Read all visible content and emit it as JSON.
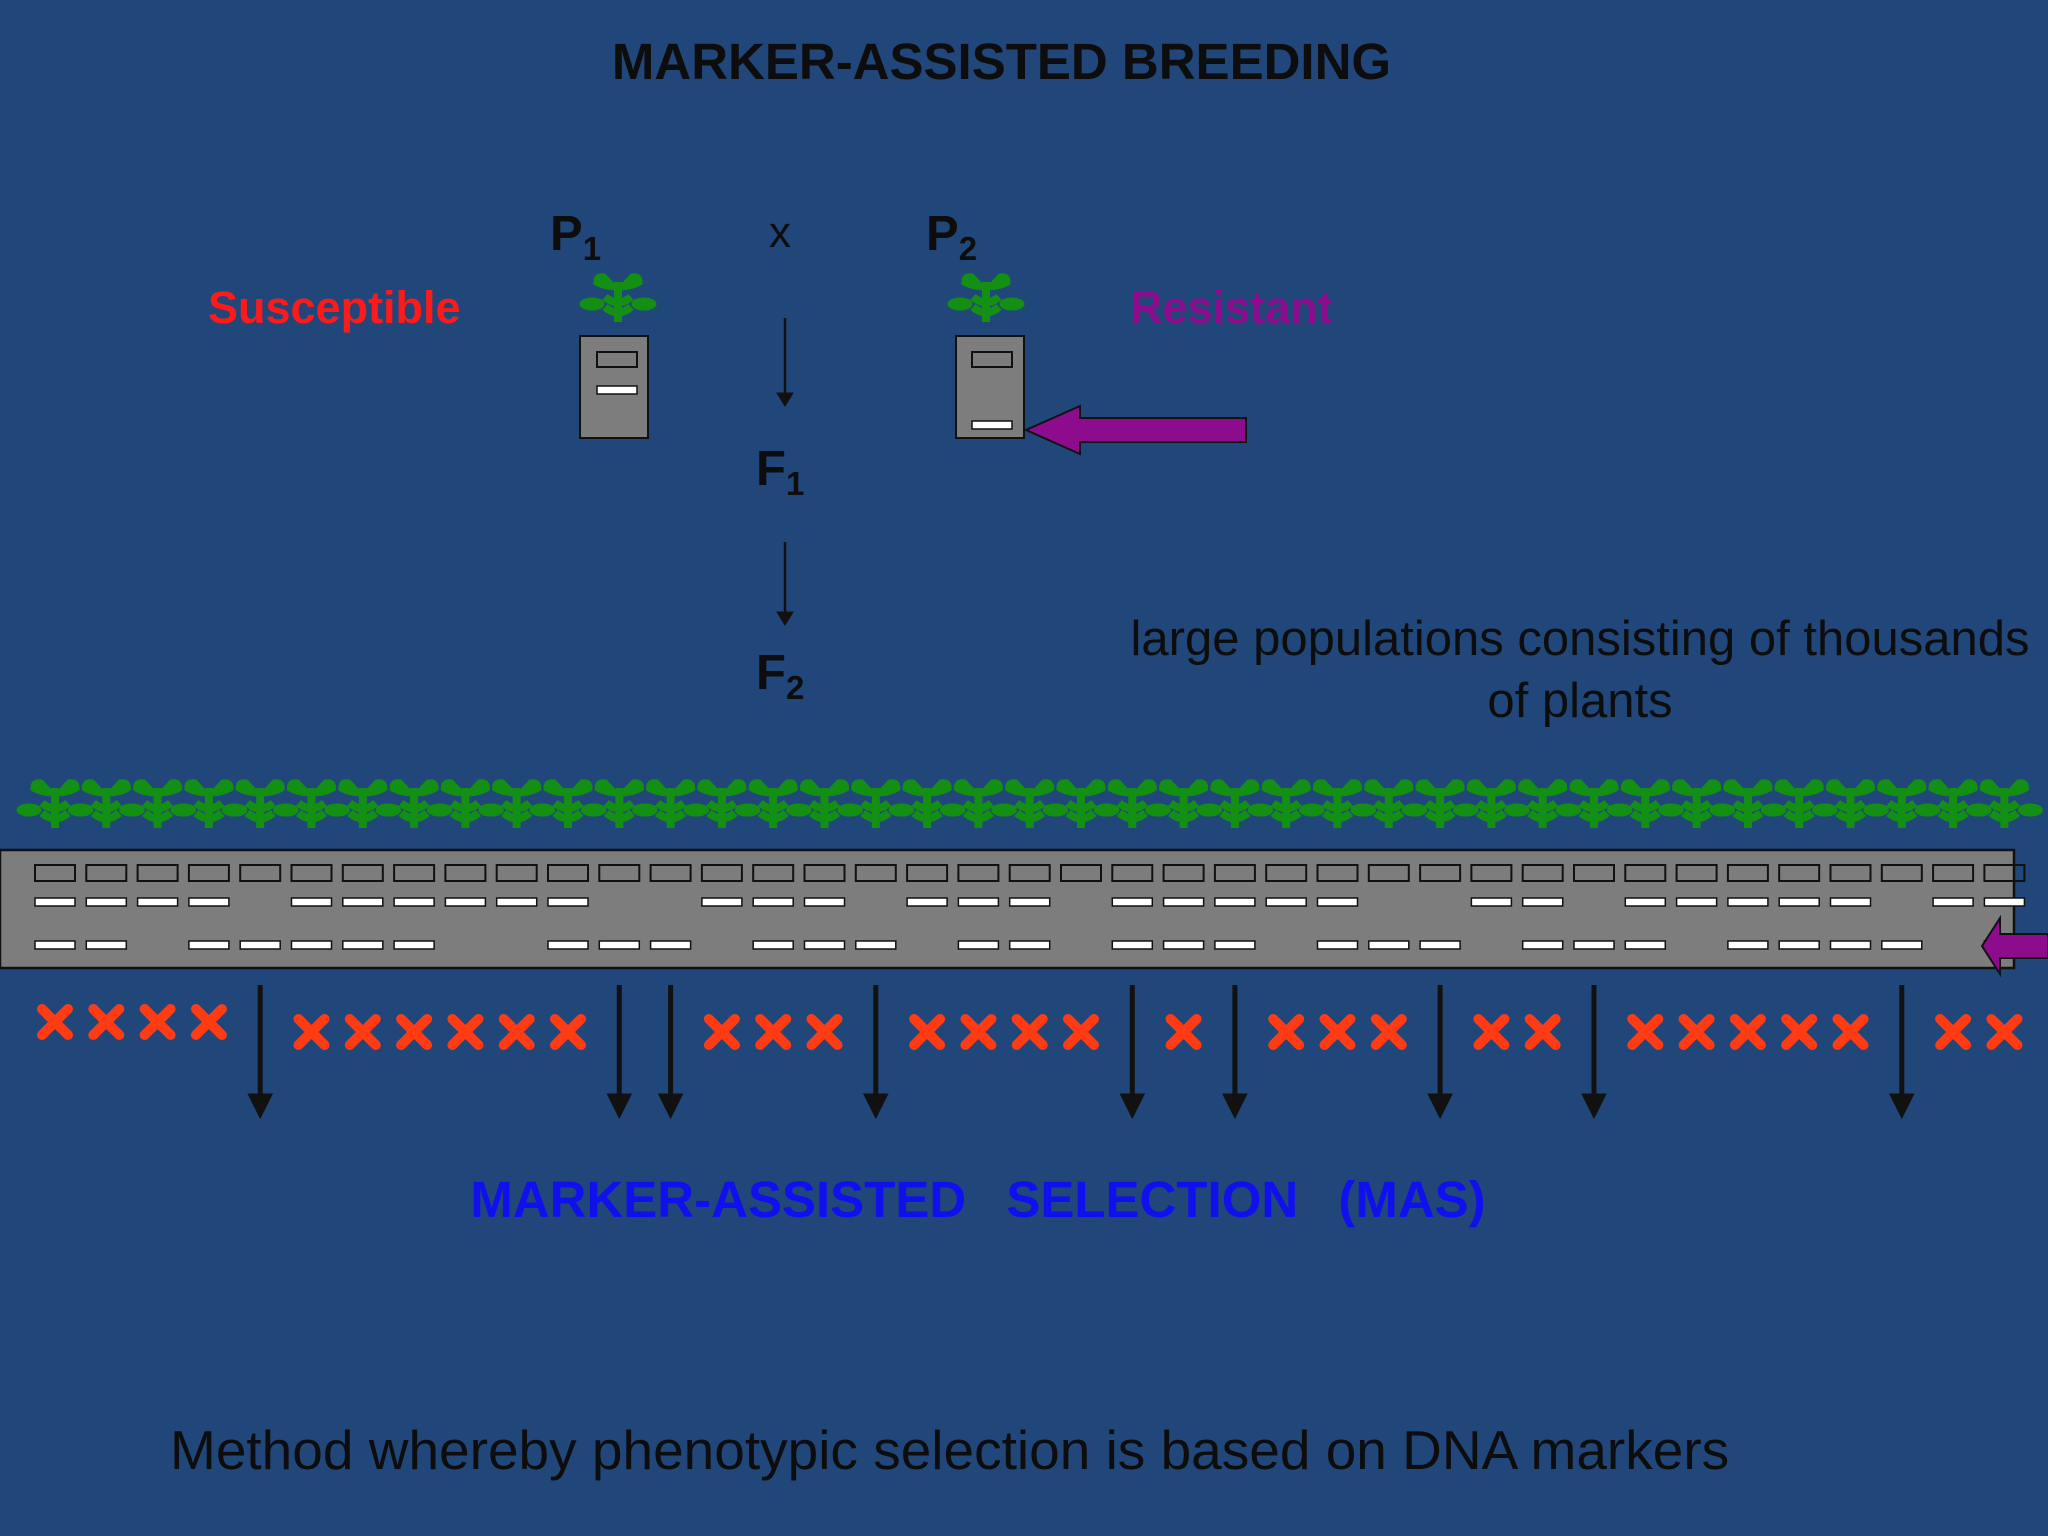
{
  "title": "MARKER-ASSISTED BREEDING",
  "parents": {
    "p1_letter": "P",
    "p1_sub": "1",
    "p2_letter": "P",
    "p2_sub": "2",
    "cross_symbol": "x"
  },
  "generations": {
    "f1_letter": "F",
    "f1_sub": "1",
    "f2_letter": "F",
    "f2_sub": "2"
  },
  "labels": {
    "susceptible": "Susceptible",
    "resistant": "Resistant"
  },
  "population_note": "large populations  consisting of thousands of  plants",
  "selection_label": "MARKER-ASSISTED SELECTION (MAS)",
  "caption": "Method whereby phenotypic selection is based on DNA markers",
  "colors": {
    "background": "#21467a",
    "plant": "#138f13",
    "reject_mark": "#ff3b14",
    "resistant_arrow": "#8d0c8d",
    "selection_text": "#1010ee",
    "gel": "#7d7d7d"
  },
  "population": {
    "plant_count": 39,
    "selected_plant_indices": [
      4,
      11,
      12,
      16,
      21,
      23,
      27,
      30,
      36
    ],
    "marker_lane_patterns": [
      [
        1,
        1,
        1
      ],
      [
        1,
        1,
        1
      ],
      [
        1,
        1,
        0
      ],
      [
        1,
        1,
        1
      ],
      [
        0,
        0,
        1
      ],
      [
        1,
        1,
        1
      ],
      [
        1,
        1,
        1
      ],
      [
        1,
        1,
        1
      ],
      [
        1,
        1,
        0
      ],
      [
        1,
        1,
        0
      ],
      [
        1,
        1,
        1
      ],
      [
        1,
        0,
        1
      ],
      [
        1,
        0,
        1
      ],
      [
        1,
        1,
        0
      ],
      [
        1,
        1,
        1
      ],
      [
        1,
        1,
        1
      ],
      [
        1,
        0,
        1
      ],
      [
        1,
        1,
        0
      ],
      [
        1,
        1,
        1
      ],
      [
        1,
        1,
        1
      ],
      [
        1,
        0,
        0
      ],
      [
        1,
        1,
        1
      ],
      [
        1,
        1,
        1
      ],
      [
        1,
        1,
        1
      ],
      [
        1,
        1,
        0
      ],
      [
        1,
        1,
        1
      ],
      [
        1,
        0,
        1
      ],
      [
        1,
        0,
        1
      ],
      [
        1,
        1,
        0
      ],
      [
        1,
        1,
        1
      ],
      [
        1,
        0,
        1
      ],
      [
        1,
        1,
        1
      ],
      [
        1,
        1,
        0
      ],
      [
        1,
        1,
        1
      ],
      [
        1,
        1,
        1
      ],
      [
        1,
        1,
        1
      ],
      [
        1,
        0,
        1
      ],
      [
        1,
        1,
        0
      ],
      [
        1,
        1,
        1
      ]
    ]
  }
}
